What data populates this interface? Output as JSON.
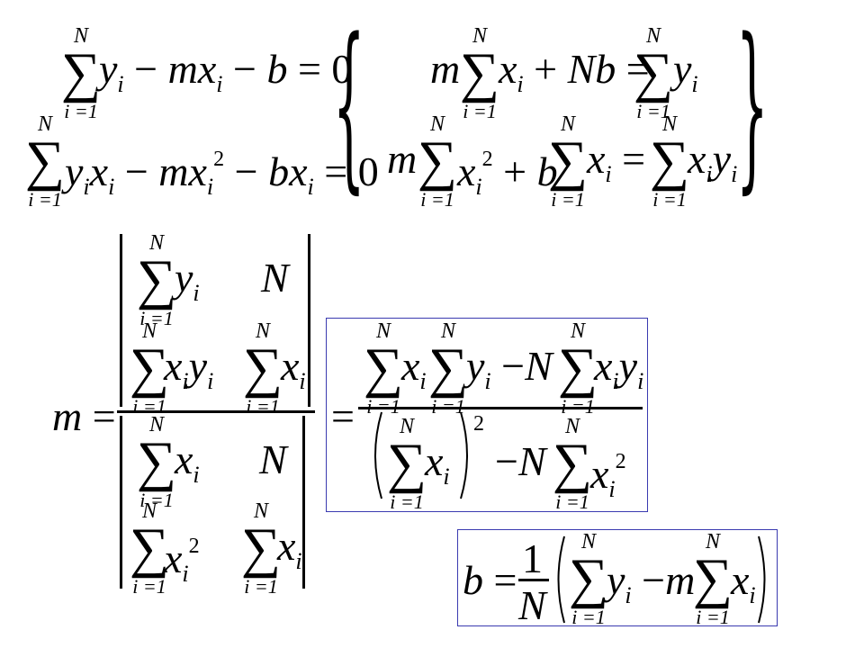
{
  "limits": {
    "upper": "N",
    "lower": "i =1"
  },
  "sigma": "∑",
  "vars": {
    "y": "y",
    "x": "x",
    "i": "i",
    "m": "m",
    "b": "b",
    "N": "N",
    "two": "2",
    "zero": "0",
    "one": "1"
  },
  "ops": {
    "minus": "−",
    "plus": "+",
    "equals": "="
  },
  "braces": {
    "left": "{",
    "right": "}"
  }
}
